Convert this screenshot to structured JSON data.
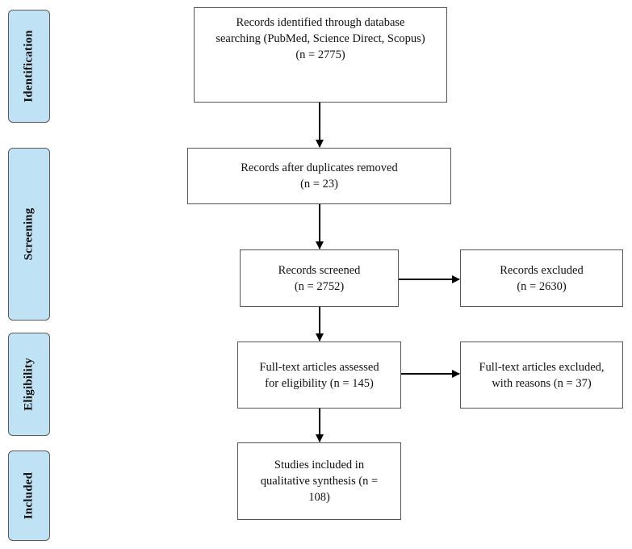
{
  "phases": {
    "identification": "Identification",
    "screening": "Screening",
    "eligibility": "Eligibility",
    "included": "Included"
  },
  "boxes": {
    "identified": "Records identified through database\nsearching (PubMed, Science Direct, Scopus)\n(n = 2775)",
    "duplicates_removed": "Records after duplicates removed\n(n = 23)",
    "screened": "Records screened\n(n = 2752)",
    "excluded": "Records excluded\n(n = 2630)",
    "fulltext_assessed": "Full-text articles assessed\nfor eligibility (n = 145)",
    "fulltext_excluded": "Full-text articles excluded,\nwith reasons (n = 37)",
    "included_studies": "Studies included in\nqualitative synthesis (n =\n108)"
  },
  "colors": {
    "phase_fill": "#bfe3f5",
    "border": "#555555",
    "arrow": "#000000"
  }
}
